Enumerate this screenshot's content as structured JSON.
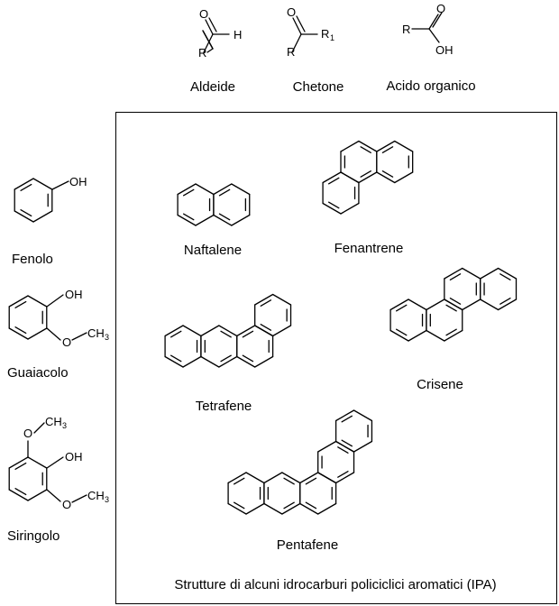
{
  "carbonyls": {
    "aldeide": "Aldeide",
    "chetone": "Chetone",
    "acido": "Acido organico",
    "atom_O": "O",
    "atom_H": "H",
    "atom_R": "R",
    "atom_R1_main": "R",
    "atom_R1_sub": "1",
    "atom_OH": "OH"
  },
  "phenols": {
    "fenolo": "Fenolo",
    "guaiacolo": "Guaiacolo",
    "siringolo": "Siringolo",
    "atom_OH": "OH",
    "atom_O": "O",
    "atom_CH": "CH",
    "atom_3": "3"
  },
  "pah": {
    "caption": "Strutture di alcuni idrocarburi policiclici aromatici (IPA)",
    "naftalene": "Naftalene",
    "fenantrene": "Fenantrene",
    "tetrafene": "Tetrafene",
    "crisene": "Crisene",
    "pentafene": "Pentafene"
  }
}
